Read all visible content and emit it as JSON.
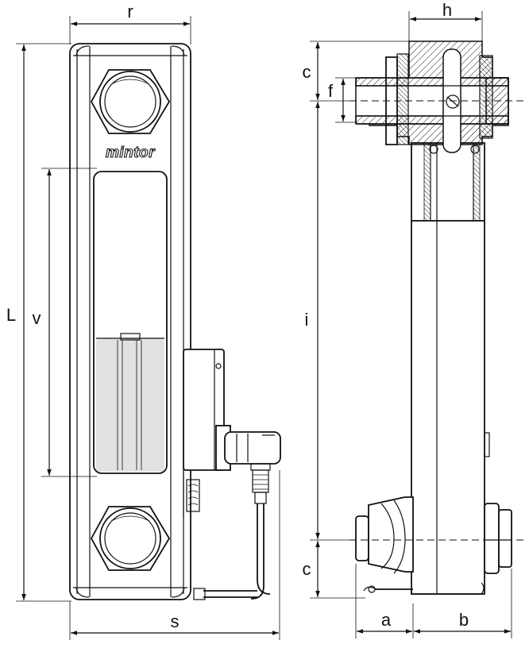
{
  "logo_text": "mintor",
  "dimension_labels": {
    "r": "r",
    "L": "L",
    "v": "v",
    "s": "s",
    "h": "h",
    "c_top": "c",
    "f": "f",
    "i": "i",
    "c_bottom": "c",
    "a": "a",
    "b": "b"
  }
}
